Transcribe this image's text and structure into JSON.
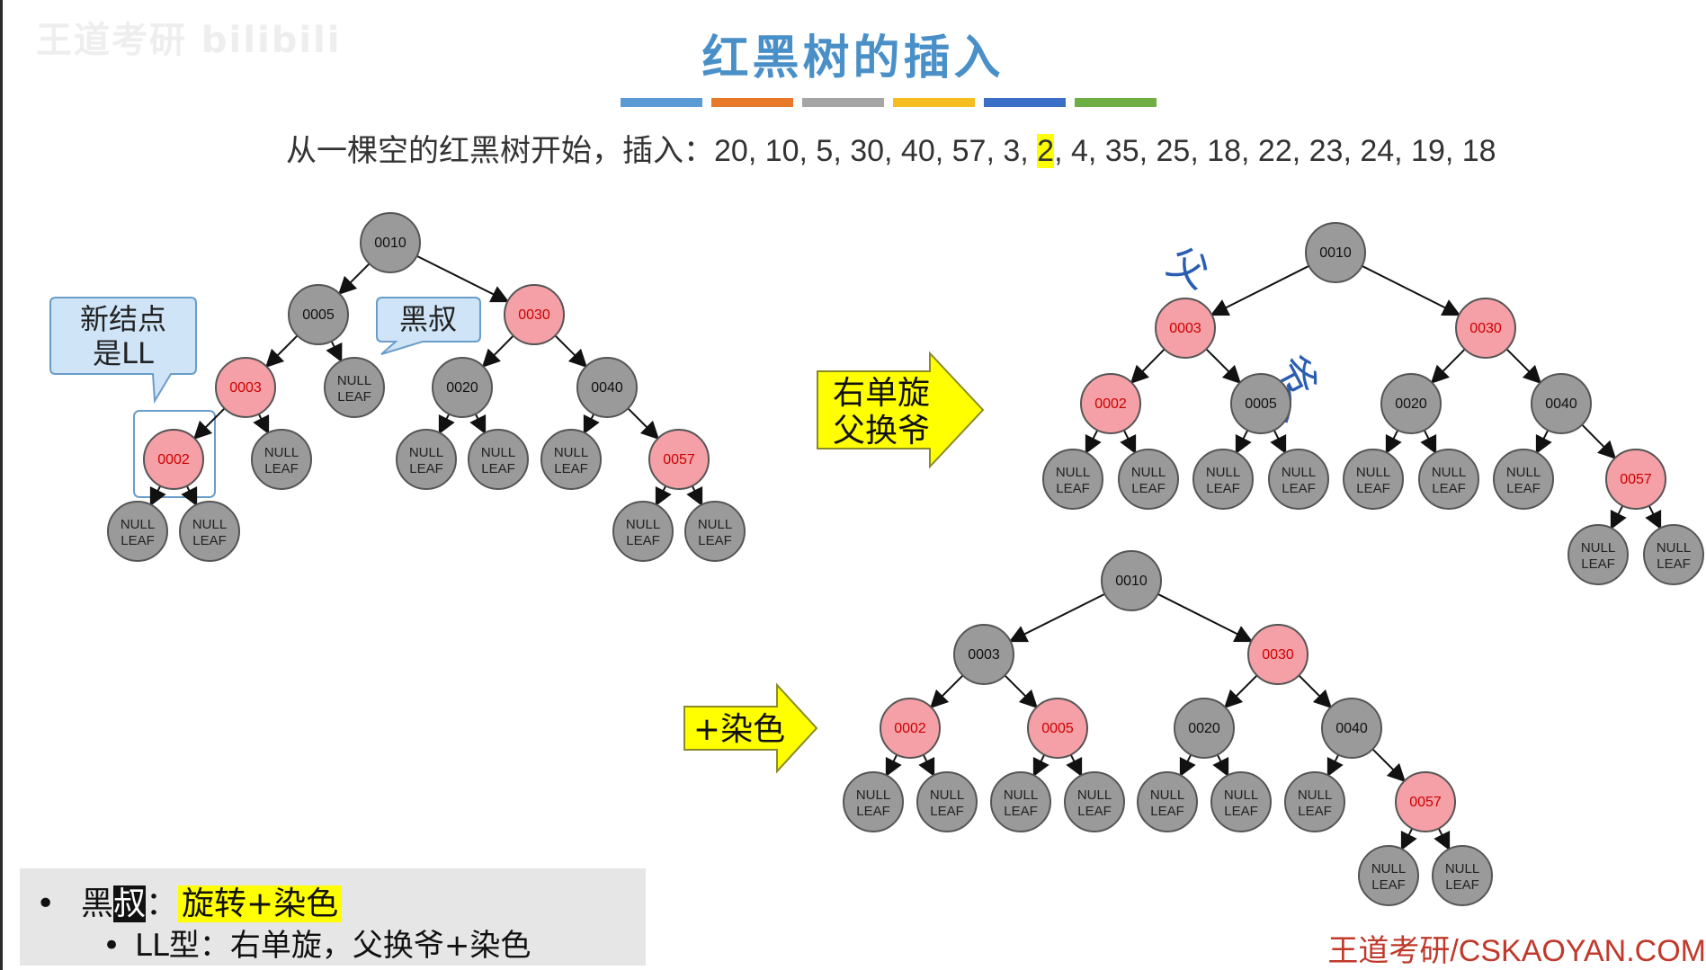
{
  "watermark": "王道考研 bilibili",
  "title": "红黑树的插入",
  "color_bars": [
    "#5b9bd5",
    "#e8782a",
    "#a5a5a5",
    "#f5bd1f",
    "#3b6fc7",
    "#6fae45"
  ],
  "sequence": {
    "label": "从一棵空的红黑树开始，插入：",
    "before": "20, 10, 5, 30, 40, 57, 3, ",
    "current": "2",
    "after": ", 4, 35, 25, 18, 22, 23, 24, 19, 18"
  },
  "callouts": {
    "new_node": [
      "新结点",
      "是LL"
    ],
    "black_uncle": "黑叔"
  },
  "arrows": {
    "rotate": [
      "右单旋",
      "父换爷"
    ],
    "recolor": "+染色"
  },
  "annotations": {
    "parent": "父",
    "grandparent": "爷"
  },
  "leaf_text": [
    "NULL",
    "LEAF"
  ],
  "colors": {
    "red_node": "#f4a0a6",
    "red_text": "#cc0000",
    "black_node": "#9a9a9a",
    "black_text": "#111111",
    "title": "#4a90c8",
    "footer": "#c0392b"
  },
  "trees": {
    "before": [
      {
        "v": "0010",
        "c": "black",
        "l": "0005",
        "r": "0030"
      },
      {
        "v": "0005",
        "c": "black",
        "l": "0003",
        "r": "NIL"
      },
      {
        "v": "0003",
        "c": "red",
        "l": "0002",
        "r": "NIL"
      },
      {
        "v": "0002",
        "c": "red",
        "l": "NIL",
        "r": "NIL"
      },
      {
        "v": "0030",
        "c": "red",
        "l": "0020",
        "r": "0040"
      },
      {
        "v": "0020",
        "c": "black",
        "l": "NIL",
        "r": "NIL"
      },
      {
        "v": "0040",
        "c": "black",
        "l": "NIL",
        "r": "0057"
      },
      {
        "v": "0057",
        "c": "red",
        "l": "NIL",
        "r": "NIL"
      }
    ],
    "after_rotation": [
      {
        "v": "0010",
        "c": "black",
        "l": "0003",
        "r": "0030"
      },
      {
        "v": "0003",
        "c": "red",
        "l": "0002",
        "r": "0005"
      },
      {
        "v": "0002",
        "c": "red",
        "l": "NIL",
        "r": "NIL"
      },
      {
        "v": "0005",
        "c": "black",
        "l": "NIL",
        "r": "NIL"
      },
      {
        "v": "0030",
        "c": "red",
        "l": "0020",
        "r": "0040"
      },
      {
        "v": "0020",
        "c": "black",
        "l": "NIL",
        "r": "NIL"
      },
      {
        "v": "0040",
        "c": "black",
        "l": "NIL",
        "r": "0057"
      },
      {
        "v": "0057",
        "c": "red",
        "l": "NIL",
        "r": "NIL"
      }
    ],
    "after_recolor": [
      {
        "v": "0010",
        "c": "black",
        "l": "0003",
        "r": "0030"
      },
      {
        "v": "0003",
        "c": "black",
        "l": "0002",
        "r": "0005"
      },
      {
        "v": "0002",
        "c": "red",
        "l": "NIL",
        "r": "NIL"
      },
      {
        "v": "0005",
        "c": "red",
        "l": "NIL",
        "r": "NIL"
      },
      {
        "v": "0030",
        "c": "red",
        "l": "0020",
        "r": "0040"
      },
      {
        "v": "0020",
        "c": "black",
        "l": "NIL",
        "r": "NIL"
      },
      {
        "v": "0040",
        "c": "black",
        "l": "NIL",
        "r": "0057"
      },
      {
        "v": "0057",
        "c": "red",
        "l": "NIL",
        "r": "NIL"
      }
    ]
  },
  "summary": {
    "bullet": "•",
    "black_prefix": "黑",
    "uncle": "叔",
    "colon": "：",
    "rule": "旋转+染色",
    "sub_bullet": "•",
    "sub_rule": "LL型：右单旋，父换爷+染色"
  },
  "footer": "王道考研/CSKAOYAN.COM"
}
